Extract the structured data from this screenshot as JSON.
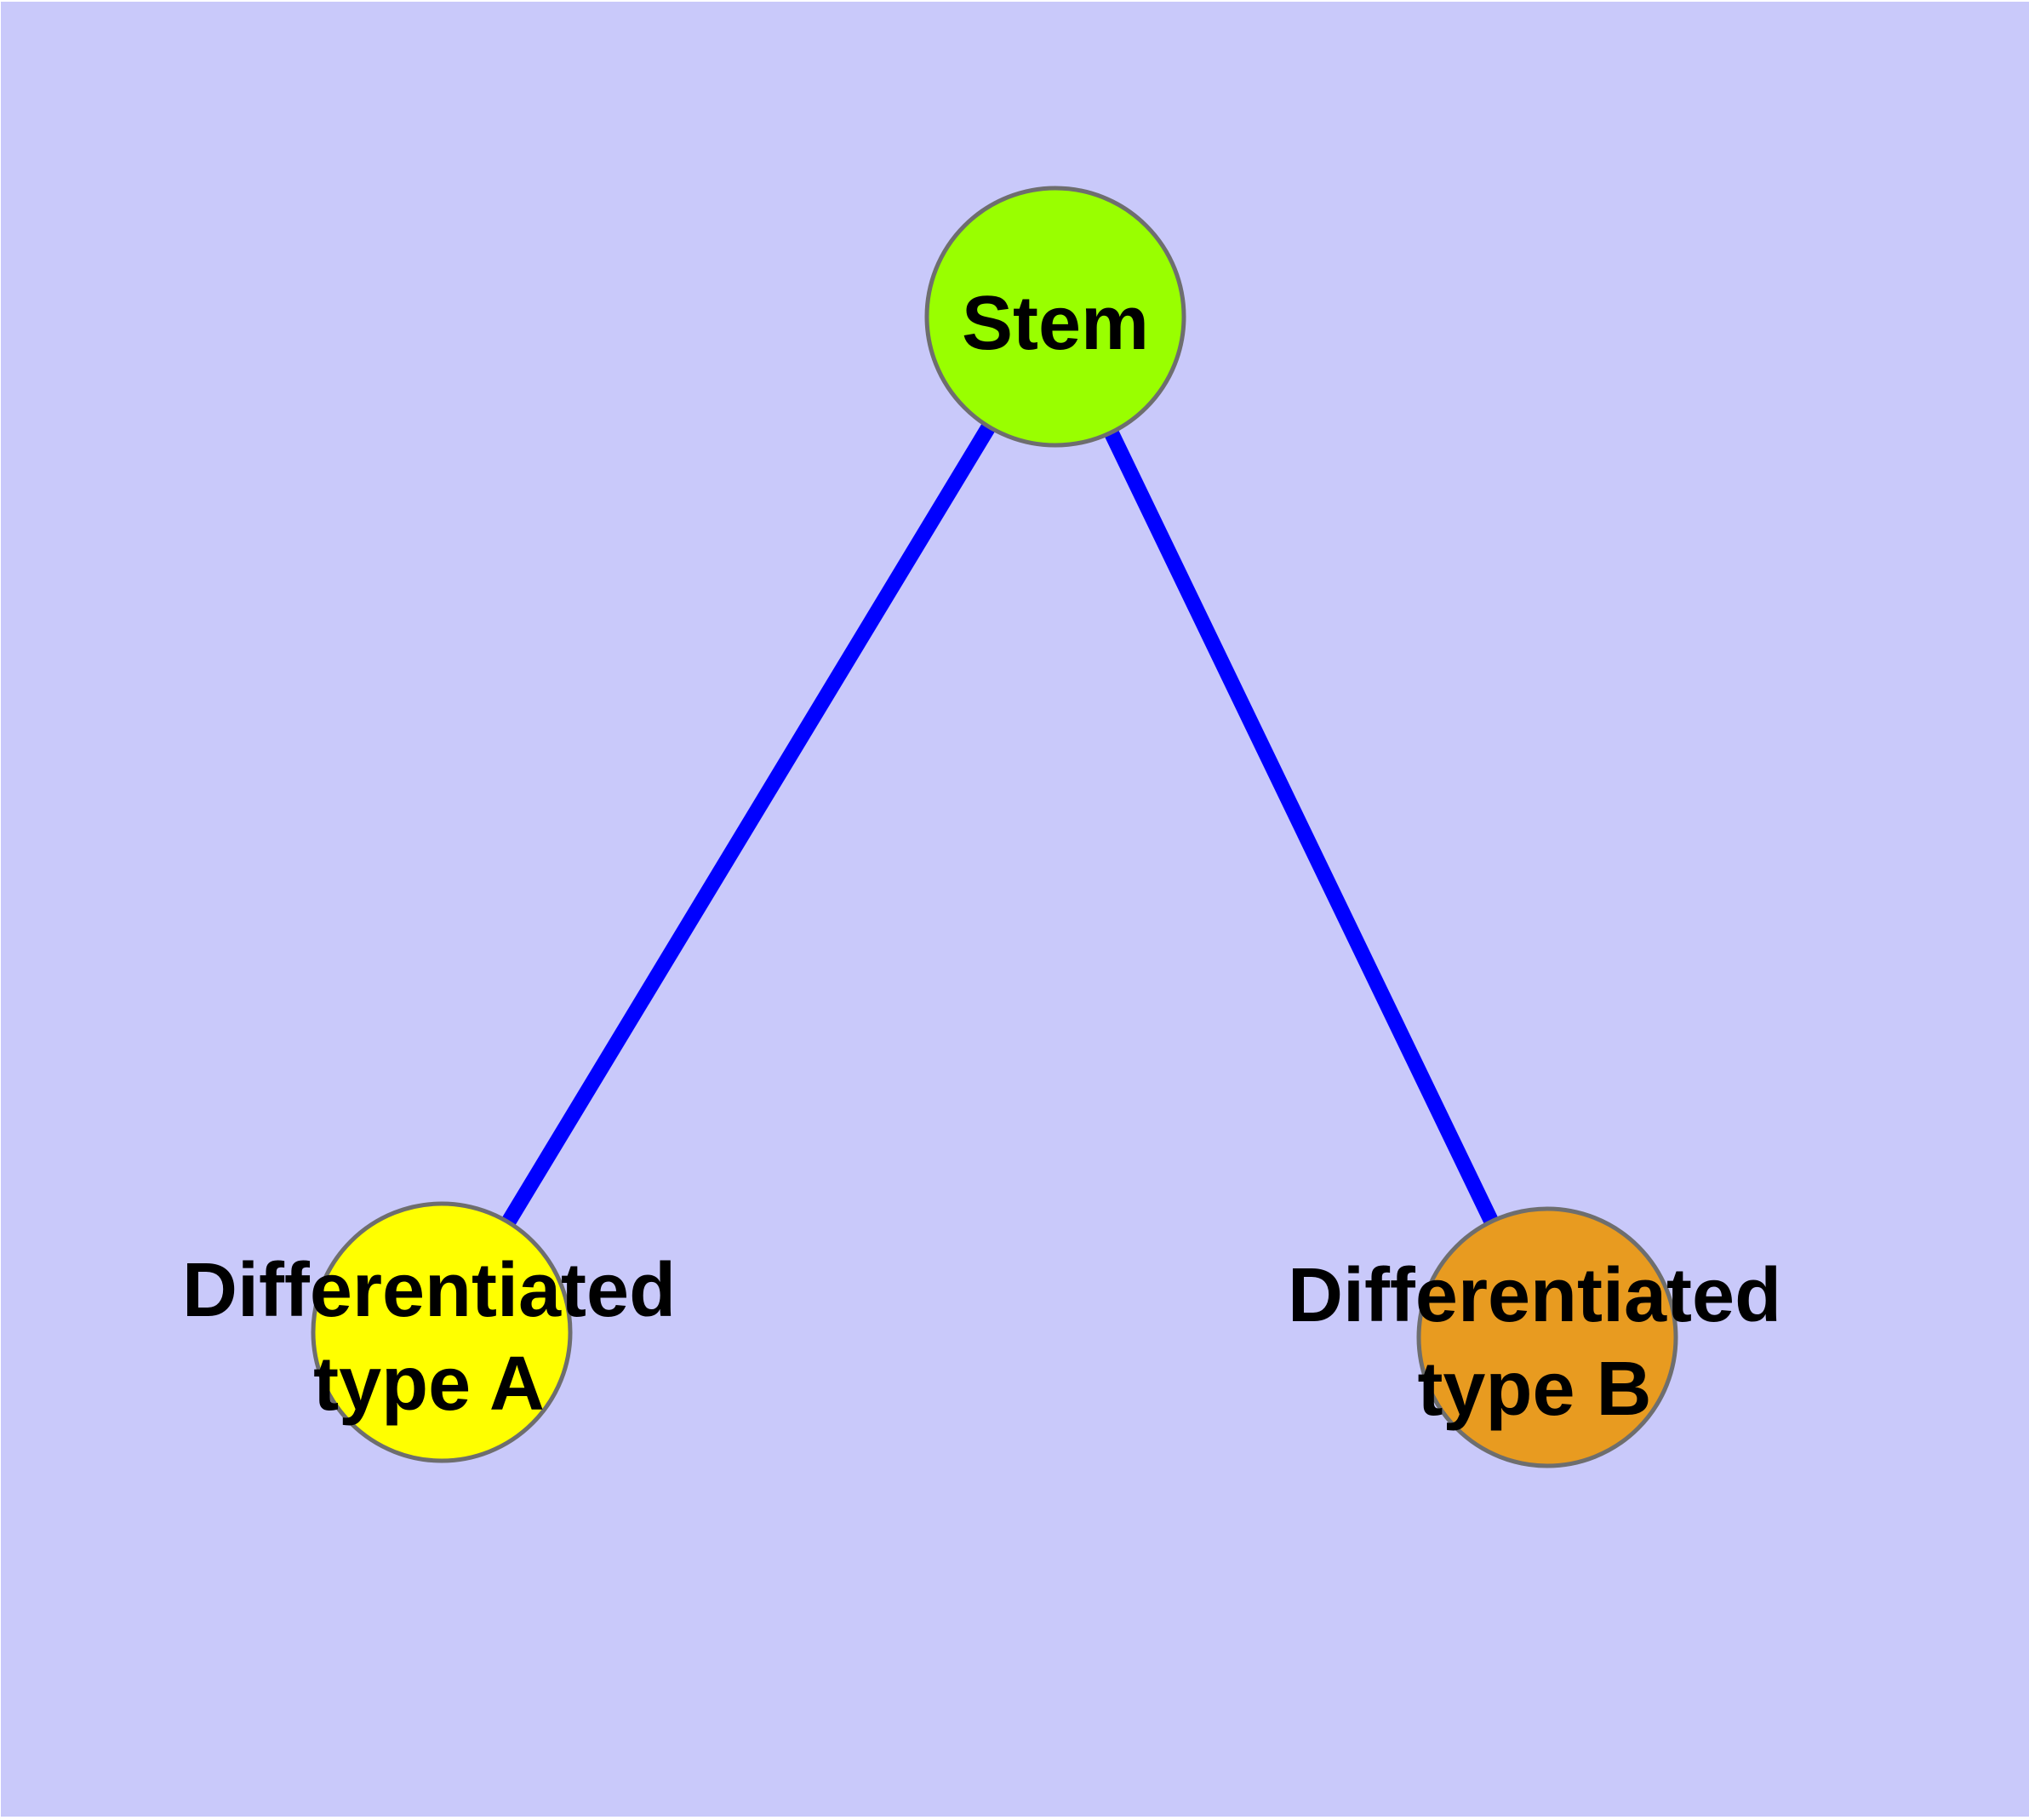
{
  "diagram": {
    "background_color": "#c9c9fa",
    "page_margin_color": "#ffffff",
    "node_border_color": "#6e6e6e",
    "edge_color": "#0000ff",
    "label_color": "#000000",
    "nodes": [
      {
        "id": "stem",
        "label": "Stem",
        "fill": "#99ff00"
      },
      {
        "id": "differentiated-type-a",
        "label": "Differentiated\ntype A",
        "fill": "#ffff00"
      },
      {
        "id": "differentiated-type-b",
        "label": "Differentiated\ntype B",
        "fill": "#e89b20"
      }
    ],
    "edges": [
      {
        "from": "stem",
        "to": "differentiated-type-a"
      },
      {
        "from": "stem",
        "to": "differentiated-type-b"
      }
    ]
  }
}
